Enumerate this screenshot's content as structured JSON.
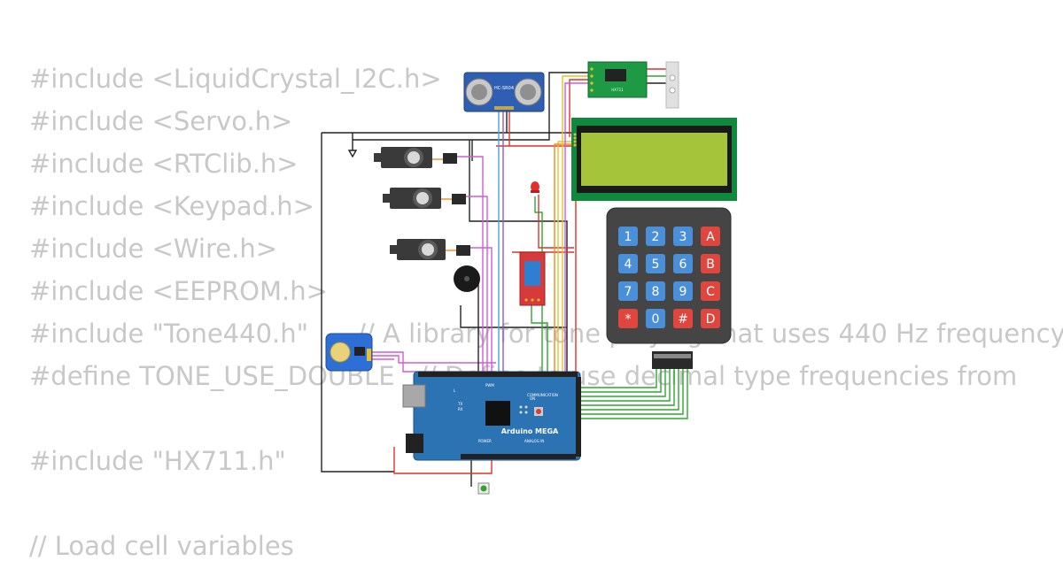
{
  "code_lines": [
    "#include <LiquidCrystal_I2C.h>",
    "#include <Servo.h>",
    "#include <RTClib.h>",
    "#include <Keypad.h>",
    "#include <Wire.h>",
    "#include <EEPROM.h>",
    "#include \"Tone440.h\"      // A library for tone playing that uses 440 Hz frequency",
    "#define TONE_USE_DOUBLE   // Define to use decimal type frequencies from",
    "",
    "#include \"HX711.h\"",
    "",
    "// Load cell variables"
  ],
  "board": {
    "brand": "Arduino MEGA",
    "header_pwm": "PWM",
    "header_communication": "COMMUNICATION",
    "header_power": "POWER",
    "header_analog": "ANALOG IN",
    "led_l": "L",
    "led_tx": "TX",
    "led_rx": "RX",
    "led_on": "ON"
  },
  "ultrasonic": {
    "label": "HC-SR04"
  },
  "hx711": {
    "label": "HX711"
  },
  "keypad": {
    "keys": [
      "1",
      "2",
      "3",
      "A",
      "4",
      "5",
      "6",
      "B",
      "7",
      "8",
      "9",
      "C",
      "*",
      "0",
      "#",
      "D"
    ]
  },
  "colors": {
    "lcd_frame": "#0f8a3c",
    "lcd_screen": "#a6c43a",
    "mega_board": "#2b73b3",
    "keypad_body": "#454545",
    "key_blue": "#4a8fd9",
    "key_red": "#e0463e",
    "wire_red": "#e0322a",
    "wire_black": "#222222",
    "wire_magenta": "#d15cd6",
    "wire_green": "#2fa52f",
    "wire_yellow": "#e8c12a",
    "wire_orange": "#f08a1d"
  }
}
